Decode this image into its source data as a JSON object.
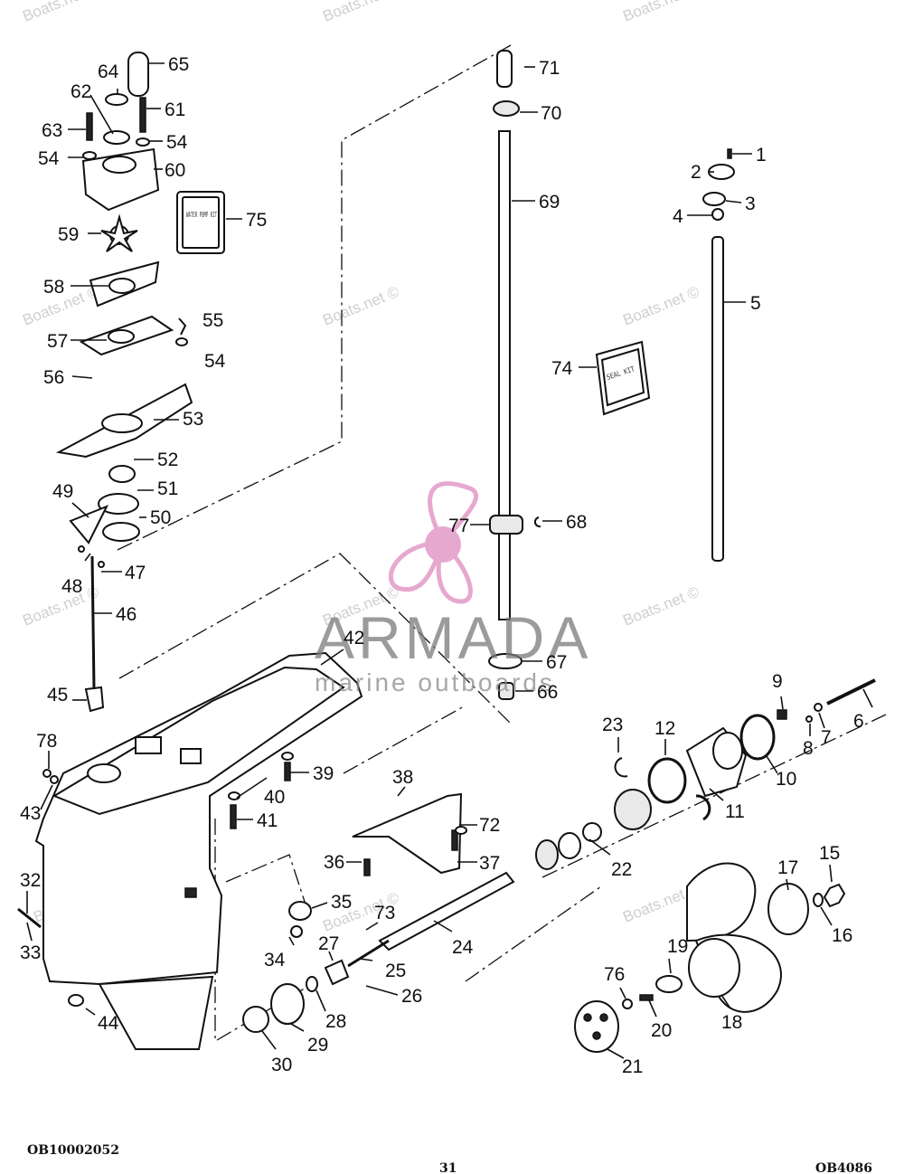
{
  "watermark_text": "Boats.net ©",
  "watermark_short": "Boats.ne",
  "brand": {
    "name": "ARMADA",
    "tagline": "marine outboards",
    "color": "#e08cc0"
  },
  "kits": {
    "water_pump": "WATER PUMP KIT",
    "seal": "SEAL KIT"
  },
  "labels": {
    "n1": "1",
    "n2": "2",
    "n3": "3",
    "n4": "4",
    "n5": "5",
    "n6": "6",
    "n7": "7",
    "n8": "8",
    "n9": "9",
    "n10": "10",
    "n11": "11",
    "n12": "12",
    "n15": "15",
    "n16": "16",
    "n17": "17",
    "n18": "18",
    "n19": "19",
    "n20": "20",
    "n21": "21",
    "n22": "22",
    "n23": "23",
    "n24": "24",
    "n25": "25",
    "n26": "26",
    "n27": "27",
    "n28": "28",
    "n29": "29",
    "n30": "30",
    "n32": "32",
    "n33": "33",
    "n34": "34",
    "n35": "35",
    "n36": "36",
    "n37": "37",
    "n38": "38",
    "n39": "39",
    "n40": "40",
    "n41": "41",
    "n42": "42",
    "n43": "43",
    "n44": "44",
    "n45": "45",
    "n46": "46",
    "n47": "47",
    "n48": "48",
    "n49": "49",
    "n50": "50",
    "n51": "51",
    "n52": "52",
    "n53": "53",
    "n54a": "54",
    "n54b": "54",
    "n54c": "54",
    "n55": "55",
    "n56": "56",
    "n57": "57",
    "n58": "58",
    "n59": "59",
    "n60": "60",
    "n61": "61",
    "n62": "62",
    "n63": "63",
    "n64": "64",
    "n65": "65",
    "n66": "66",
    "n67": "67",
    "n68": "68",
    "n69": "69",
    "n70": "70",
    "n71": "71",
    "n72": "72",
    "n73": "73",
    "n74": "74",
    "n75": "75",
    "n76": "76",
    "n77": "77",
    "n78": "78"
  },
  "footer": {
    "left": "OB10002052",
    "page": "31",
    "right": "OB4086"
  }
}
